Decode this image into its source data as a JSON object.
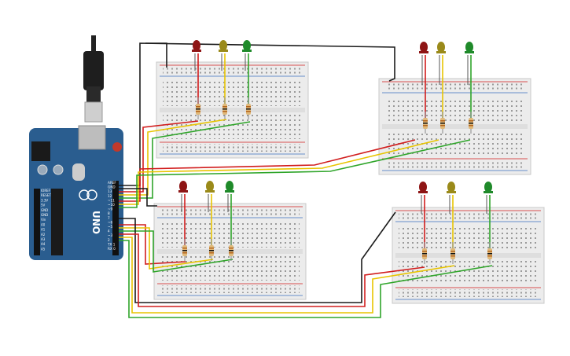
{
  "arduino": {
    "brand": "UNO",
    "header_labels": [
      "AREF",
      "GND",
      "13",
      "12",
      "~11",
      "~10",
      "~9",
      "8",
      "7",
      "~6",
      "~5",
      "4",
      "~3",
      "2",
      "TX 1",
      "RX 0"
    ],
    "power_labels": [
      "IOREF",
      "RESET",
      "3.3V",
      "5V",
      "GND",
      "GND",
      "Vin"
    ],
    "analog_labels": [
      "A0",
      "A1",
      "A2",
      "A3",
      "A4",
      "A5"
    ]
  },
  "colors": {
    "red": "#d11d1d",
    "yellow": "#e8c400",
    "green": "#2fa52a",
    "black": "#1b1b1b",
    "board": "#2a5d8f",
    "breadboard": "#ececec"
  },
  "breadboards": [
    {
      "id": "bb-top-left"
    },
    {
      "id": "bb-top-right"
    },
    {
      "id": "bb-bottom-left"
    },
    {
      "id": "bb-bottom-right"
    }
  ],
  "led_sets": [
    {
      "leds": [
        "red",
        "yellow",
        "green"
      ]
    },
    {
      "leds": [
        "red",
        "yellow",
        "green"
      ]
    },
    {
      "leds": [
        "red",
        "yellow",
        "green"
      ]
    },
    {
      "leds": [
        "red",
        "yellow",
        "green"
      ]
    }
  ]
}
